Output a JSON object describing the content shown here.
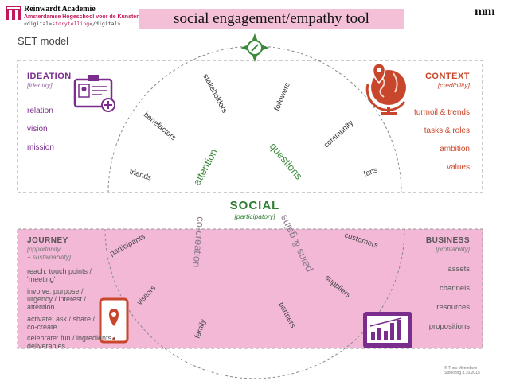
{
  "header": {
    "logo_line1": "Reinwardt Academie",
    "logo_line2": "Amsterdamse Hogeschool voor de Kunsten",
    "logo_tag_open": "<digital>",
    "logo_tag_middle": "storytelling",
    "logo_tag_close": "</digital>",
    "title": "social engagement/empathy tool",
    "corner_logo": "mm"
  },
  "model_label": "SET model",
  "ideation": {
    "title": "IDEATION",
    "subtitle": "[identity]",
    "items": [
      "relation",
      "vision",
      "mission"
    ]
  },
  "context": {
    "title": "CONTEXT",
    "subtitle": "[credibility]",
    "items": [
      "turmoil & trends",
      "tasks & roles",
      "ambition",
      "values"
    ]
  },
  "social": {
    "title": "SOCIAL",
    "subtitle": "[participatory]"
  },
  "journey": {
    "title": "JOURNEY",
    "subtitle_line1": "[opportunity",
    "subtitle_line2": "+ sustainability]",
    "items": [
      "reach: touch points / 'meeting'",
      "involve: purpose / urgency / interest / attention",
      "activate: ask / share / co-create",
      "celebrate: fun / ingredients / deliverables"
    ]
  },
  "business": {
    "title": "BUSINESS",
    "subtitle": "[profitability]",
    "items": [
      "assets",
      "channels",
      "resources",
      "propositions"
    ]
  },
  "top_arc_labels": [
    "friends",
    "benefactors",
    "stakeholders",
    "followers",
    "community",
    "fans"
  ],
  "top_inner_labels": [
    "attention",
    "questions"
  ],
  "bottom_arc_labels": [
    "participants",
    "visitors",
    "family",
    "partners",
    "suppliers",
    "customers"
  ],
  "bottom_inner_labels": [
    "co-creation",
    "pains & gains"
  ],
  "copyright": [
    "© Theo Meereboer",
    "Storkinng 3.10.2015"
  ],
  "colors": {
    "title_bg": "#f3c0d8",
    "pink_area": "#f2b8d6",
    "purple": "#7b2d8e",
    "orange": "#c8462b",
    "green": "#2e7d32",
    "grey_text": "#555555"
  },
  "icons": [
    "id-card-icon",
    "globe-pin-icon",
    "phone-pin-icon",
    "tablet-chart-icon",
    "compass-icon"
  ]
}
